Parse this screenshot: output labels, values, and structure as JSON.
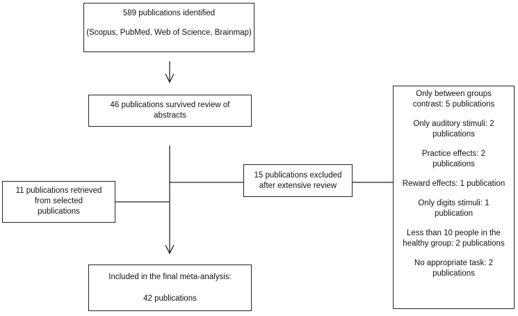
{
  "identified": {
    "title": "589 publications identified",
    "sources": "(Scopus, PubMed, Web of Science, Brainmap)"
  },
  "survived": {
    "line1": "46 publications survived review of",
    "line2": "abstracts"
  },
  "retrieved": {
    "line1": "11 publications retrieved",
    "line2": "from selected",
    "line3": "publications"
  },
  "excluded": {
    "line1": "15 publications excluded",
    "line2": "after extensive review"
  },
  "reasons": [
    {
      "line1": "Only between groups",
      "line2": "contrast: 5 publications"
    },
    {
      "line1": "Only auditory stimuli: 2",
      "line2": "publications"
    },
    {
      "line1": "Practice effects: 2",
      "line2": "publications"
    },
    {
      "line1": "Reward effects: 1 publication",
      "line2": ""
    },
    {
      "line1": "Only digits stimuli: 1",
      "line2": "publication"
    },
    {
      "line1": "Less than 10 people in the",
      "line2": "healthy group: 2 publications"
    },
    {
      "line1": "No appropriate task: 2",
      "line2": "publications"
    }
  ],
  "final": {
    "line1": "Included in the final meta-analysis:",
    "count": "42 publications"
  }
}
